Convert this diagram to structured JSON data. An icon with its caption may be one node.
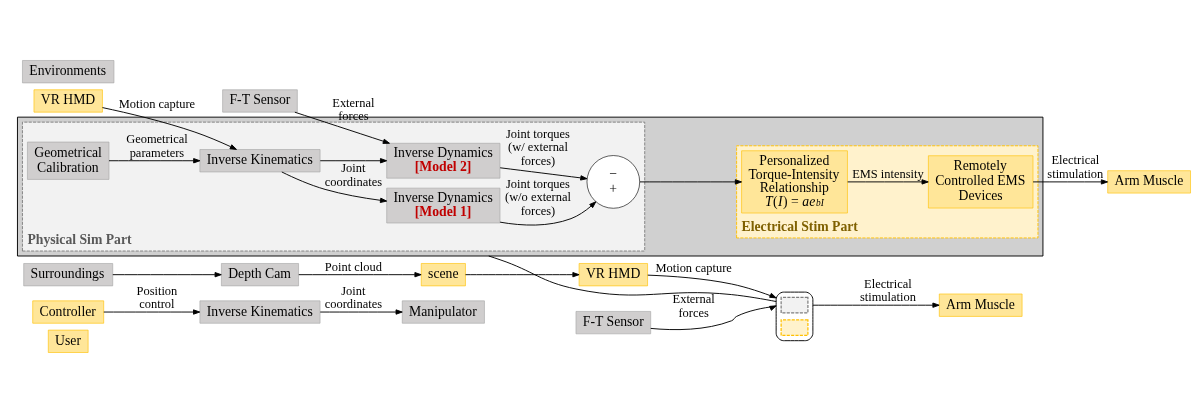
{
  "diagram": {
    "nodes": [
      {
        "text": [
          "User"
        ]
      },
      {
        "text": [
          "Controller"
        ]
      },
      {
        "text": [
          "VR HMD"
        ]
      },
      {
        "text": [
          "Arm Muscle"
        ]
      },
      {
        "text": [
          "scene"
        ]
      },
      {
        "text": [
          "Inverse Kinematics"
        ]
      },
      {
        "text": [
          "Depth Cam"
        ]
      },
      {
        "text": [
          "Manipulator"
        ]
      },
      {
        "text": [
          "Surroundings"
        ]
      },
      {
        "text": [
          "F-T Sensor"
        ]
      },
      {
        "text": [
          "Environments"
        ]
      },
      {
        "text": [],
        "shape": "box"
      },
      {
        "text": [],
        "shape": "box",
        "in": 11
      },
      {
        "text": [],
        "shape": "box",
        "in": 11
      },
      {
        "text": [
          "VR HMD"
        ]
      },
      {
        "text": [
          "Arm Muscle"
        ]
      },
      {
        "text": [],
        "shape": "box"
      },
      {
        "text": [
          "Physical Sim Part"
        ],
        "in": 16
      },
      {
        "text": [
          "Inverse Kinematics"
        ],
        "in": 17
      },
      {
        "text": [
          "Inverse Dynamics",
          "[Model 1]"
        ],
        "in": 17
      },
      {
        "text": [
          "Geometrical Calibration"
        ],
        "in": 17
      },
      {
        "text": [
          "Inverse Dynamics",
          "[Model 2]"
        ],
        "in": 17
      },
      {
        "text": [
          "−",
          "+"
        ],
        "in": 17
      },
      {
        "text": [
          "Electrical Stim Part"
        ],
        "in": 16
      },
      {
        "text": [
          "Remotely Controlled EMS Devices"
        ],
        "in": 23
      },
      {
        "text": [
          "Personalized Torque-Intensity Relationship",
          "*T*(*I*) = *ae*$^{bI}$"
        ],
        "in": 23
      },
      {
        "text": [
          "F-T Sensor"
        ]
      }
    ],
    "edges": [
      {
        "from": 1,
        "to": 5,
        "arrow": "to",
        "label": "Position control"
      },
      {
        "from": 5,
        "to": 7,
        "arrow": "to",
        "label": "Joint coordinates"
      },
      {
        "from": 4,
        "to": 2,
        "arrow": "to"
      },
      {
        "from": 6,
        "to": 4,
        "arrow": "to",
        "label": "Point cloud"
      },
      {
        "from": 8,
        "to": 6,
        "arrow": "to"
      },
      {
        "from": 2,
        "to": 11,
        "arrow": "to",
        "label": "Motion capture"
      },
      {
        "from": 11,
        "to": 3,
        "arrow": "to",
        "label": "Electrical stimulation"
      },
      {
        "from": 9,
        "to": 11,
        "arrow": "to",
        "label": "External forces"
      },
      {
        "from": 11,
        "to": 16,
        "arrow": "none"
      },
      {
        "from": 14,
        "to": 18,
        "arrow": "to",
        "label": "Motion capture"
      },
      {
        "from": 18,
        "to": 19,
        "arrow": "to",
        "label": "Joint coordinates"
      },
      {
        "from": 18,
        "to": 21,
        "arrow": "to"
      },
      {
        "from": 20,
        "to": 18,
        "arrow": "to",
        "label": "Geometrical parameters"
      },
      {
        "from": 19,
        "to": 22,
        "arrow": "to",
        "label": "Joint torques (w/o external forces)"
      },
      {
        "from": 21,
        "to": 22,
        "arrow": "to",
        "label": "Joint torques (w/ external forces)"
      },
      {
        "from": 22,
        "to": 25,
        "arrow": "to"
      },
      {
        "from": 25,
        "to": 24,
        "arrow": "to",
        "label": "EMS intensity"
      },
      {
        "from": 24,
        "to": 15,
        "arrow": "to",
        "label": "Electrical stimulation"
      },
      {
        "from": 26,
        "to": 21,
        "arrow": "to",
        "label": "External forces"
      }
    ]
  }
}
